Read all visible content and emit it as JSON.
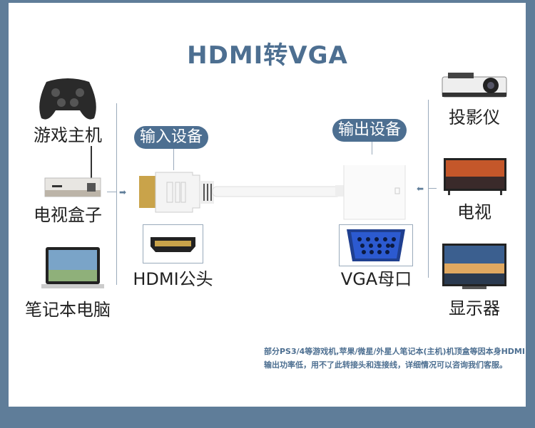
{
  "title": "HDMI转VGA",
  "sources": [
    {
      "label": "游戏主机",
      "icon": "gamepad-icon"
    },
    {
      "label": "电视盒子",
      "icon": "tv-box-icon"
    },
    {
      "label": "笔记本电脑",
      "icon": "laptop-icon"
    }
  ],
  "targets": [
    {
      "label": "投影仪",
      "icon": "projector-icon"
    },
    {
      "label": "电视",
      "icon": "tv-icon"
    },
    {
      "label": "显示器",
      "icon": "monitor-icon"
    }
  ],
  "input_pill": "输入设备",
  "output_pill": "输出设备",
  "hdmi_label": "HDMI公头",
  "vga_label": "VGA母口",
  "note": "部分PS3/4等游戏机,苹果/微星/外星人笔记本(主机)机顶盒等因本身HDMI输出功率低，用不了此转接头和连接线，详细情况可以咨询我们客服。",
  "colors": {
    "frame": "#5f7d99",
    "accent": "#4d6f91"
  }
}
